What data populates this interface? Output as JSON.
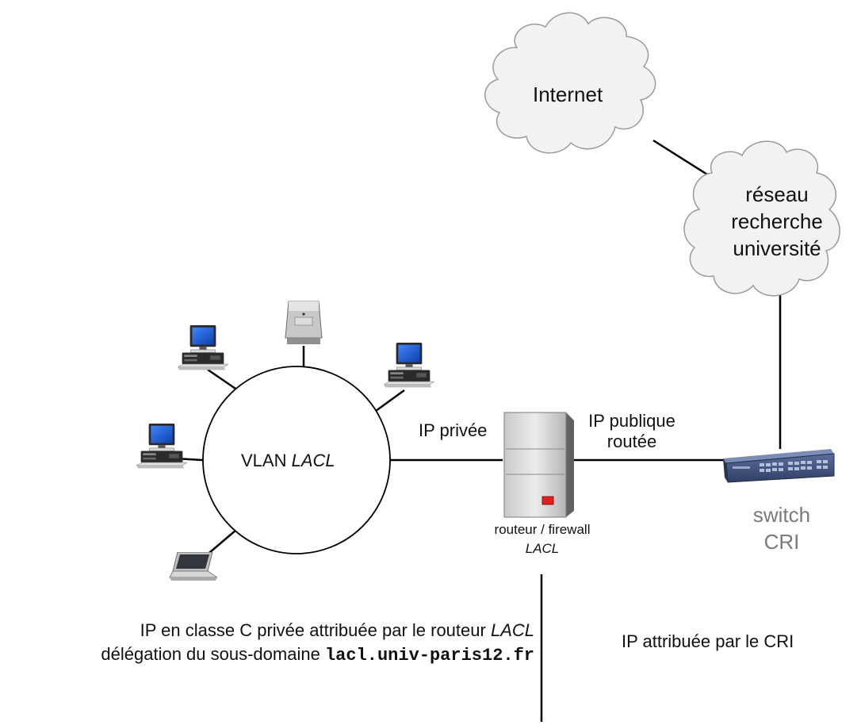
{
  "clouds": {
    "internet": "Internet",
    "research_network": [
      "réseau",
      "recherche",
      "université"
    ]
  },
  "vlan": {
    "prefix": "VLAN",
    "name": "LACL"
  },
  "links": {
    "private_ip": "IP privée",
    "public_ip": [
      "IP publique",
      "routée"
    ]
  },
  "router": {
    "label": "routeur / firewall",
    "name": "LACL"
  },
  "switch": {
    "label": [
      "switch",
      "CRI"
    ]
  },
  "notes": {
    "left_line1_prefix": "IP en classe C privée attribuée par le routeur",
    "left_line1_name": "LACL",
    "left_line2_prefix": "délégation du sous-domaine",
    "left_line2_domain": "lacl.univ-paris12.fr",
    "right": "IP attribuée par le CRI"
  },
  "colors": {
    "cloud_fill": "#f2f2f2",
    "cloud_stroke": "#9a9a9a",
    "line": "#000000",
    "switch_body": "#3d4f7a",
    "screen": "#1e5fd6",
    "router_led": "#e02020",
    "label_gray": "#7a7a7a"
  }
}
